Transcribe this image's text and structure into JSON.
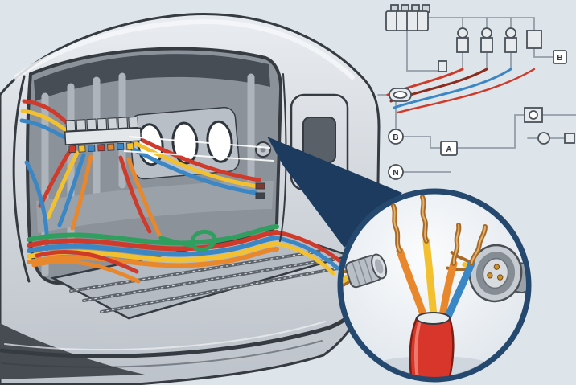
{
  "illustration": {
    "background_color": "#dde4ea",
    "zoom_beam_color": "#1d3b5e",
    "inset_border_color": "#24486e",
    "cable_jacket_color": "#d8362a",
    "hull_color": "#d3d8de",
    "interior_color": "#8b929a",
    "outline_color": "#363b42",
    "wire_colors": {
      "red": "#cf3a2a",
      "dark_red": "#8e2b1f",
      "orange": "#e8872b",
      "yellow": "#f3c12f",
      "blue": "#3b86c4",
      "green": "#2f9e5f",
      "copper": "#a96a28"
    }
  },
  "schematic": {
    "labels": {
      "relay_bank_right": "B",
      "connector_left": "B",
      "harness_center": "A",
      "ground_left": "N"
    }
  }
}
